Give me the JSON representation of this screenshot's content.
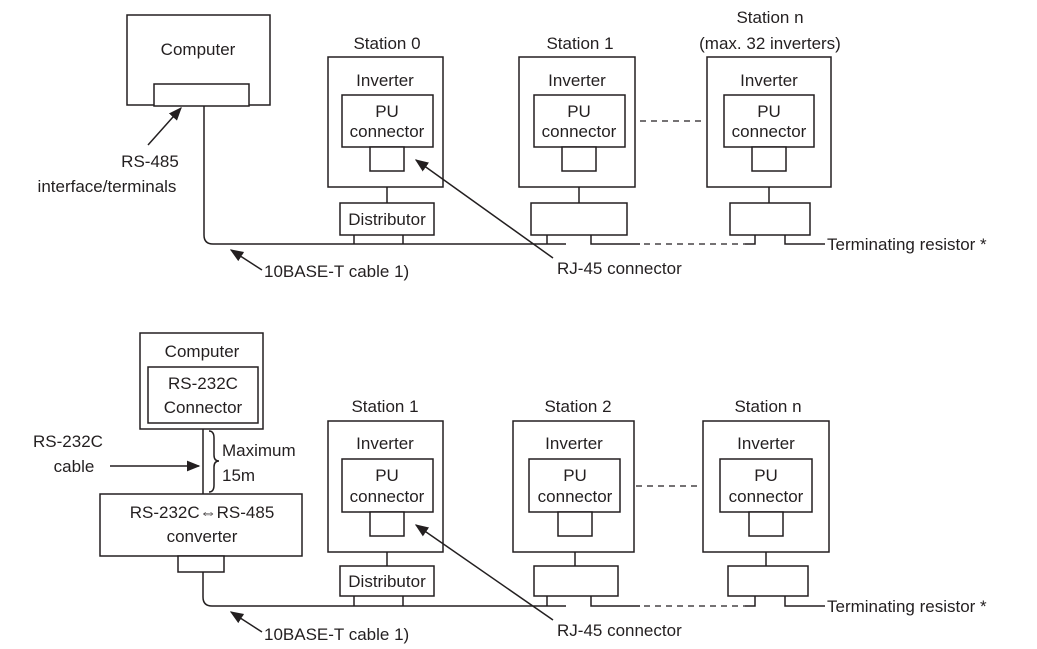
{
  "diagram_top": {
    "computer_label": "Computer",
    "rs485_interface_label_line1": "RS-485",
    "rs485_interface_label_line2": "interface/terminals",
    "stations": [
      {
        "title": "Station 0",
        "subtitle": "",
        "inverter_label": "Inverter",
        "pu_label_line1": "PU",
        "pu_label_line2": "connector",
        "distributor_label": "Distributor"
      },
      {
        "title": "Station 1",
        "subtitle": "",
        "inverter_label": "Inverter",
        "pu_label_line1": "PU",
        "pu_label_line2": "connector",
        "distributor_label": ""
      },
      {
        "title": "Station n",
        "subtitle": "(max. 32 inverters)",
        "inverter_label": "Inverter",
        "pu_label_line1": "PU",
        "pu_label_line2": "connector",
        "distributor_label": ""
      }
    ],
    "cable_label": "10BASE-T cable 1)",
    "rj45_label": "RJ-45 connector",
    "terminator_label": "Terminating resistor *"
  },
  "diagram_bottom": {
    "computer_label": "Computer",
    "rs232c_connector_line1": "RS-232C",
    "rs232c_connector_line2": "Connector",
    "rs232c_cable_line1": "RS-232C",
    "rs232c_cable_line2": "cable",
    "max_length_line1": "Maximum",
    "max_length_line2": "15m",
    "converter_line1": "RS-232C⇔RS-485",
    "converter_line2": "converter",
    "stations": [
      {
        "title": "Station 1",
        "inverter_label": "Inverter",
        "pu_label_line1": "PU",
        "pu_label_line2": "connector",
        "distributor_label": "Distributor"
      },
      {
        "title": "Station 2",
        "inverter_label": "Inverter",
        "pu_label_line1": "PU",
        "pu_label_line2": "connector",
        "distributor_label": ""
      },
      {
        "title": "Station n",
        "inverter_label": "Inverter",
        "pu_label_line1": "PU",
        "pu_label_line2": "connector",
        "distributor_label": ""
      }
    ],
    "cable_label": "10BASE-T cable 1)",
    "rj45_label": "RJ-45 connector",
    "terminator_label": "Terminating resistor *"
  },
  "colors": {
    "line": "#231f20",
    "background": "#ffffff"
  }
}
